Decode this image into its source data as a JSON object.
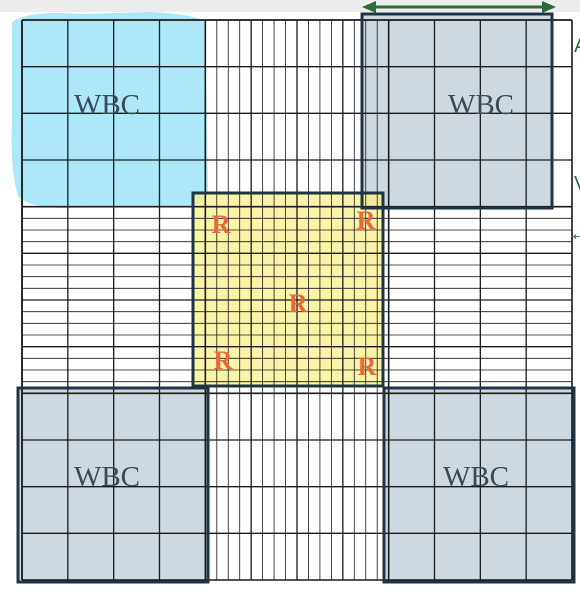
{
  "diagram": {
    "wbc_label": "WBC",
    "rbc_label": "R",
    "edge_glyphs": [
      "A",
      "V",
      "←"
    ],
    "colors": {
      "grid_line": "#1a1a1a",
      "wbc_fill": "#b9c8d3",
      "wbc_border": "#1e3346",
      "highlight_fill": "#7fdcf5",
      "rbc_fill": "#f7f08a",
      "rbc_text": "#e8683a",
      "arrow": "#2d6a40"
    }
  }
}
